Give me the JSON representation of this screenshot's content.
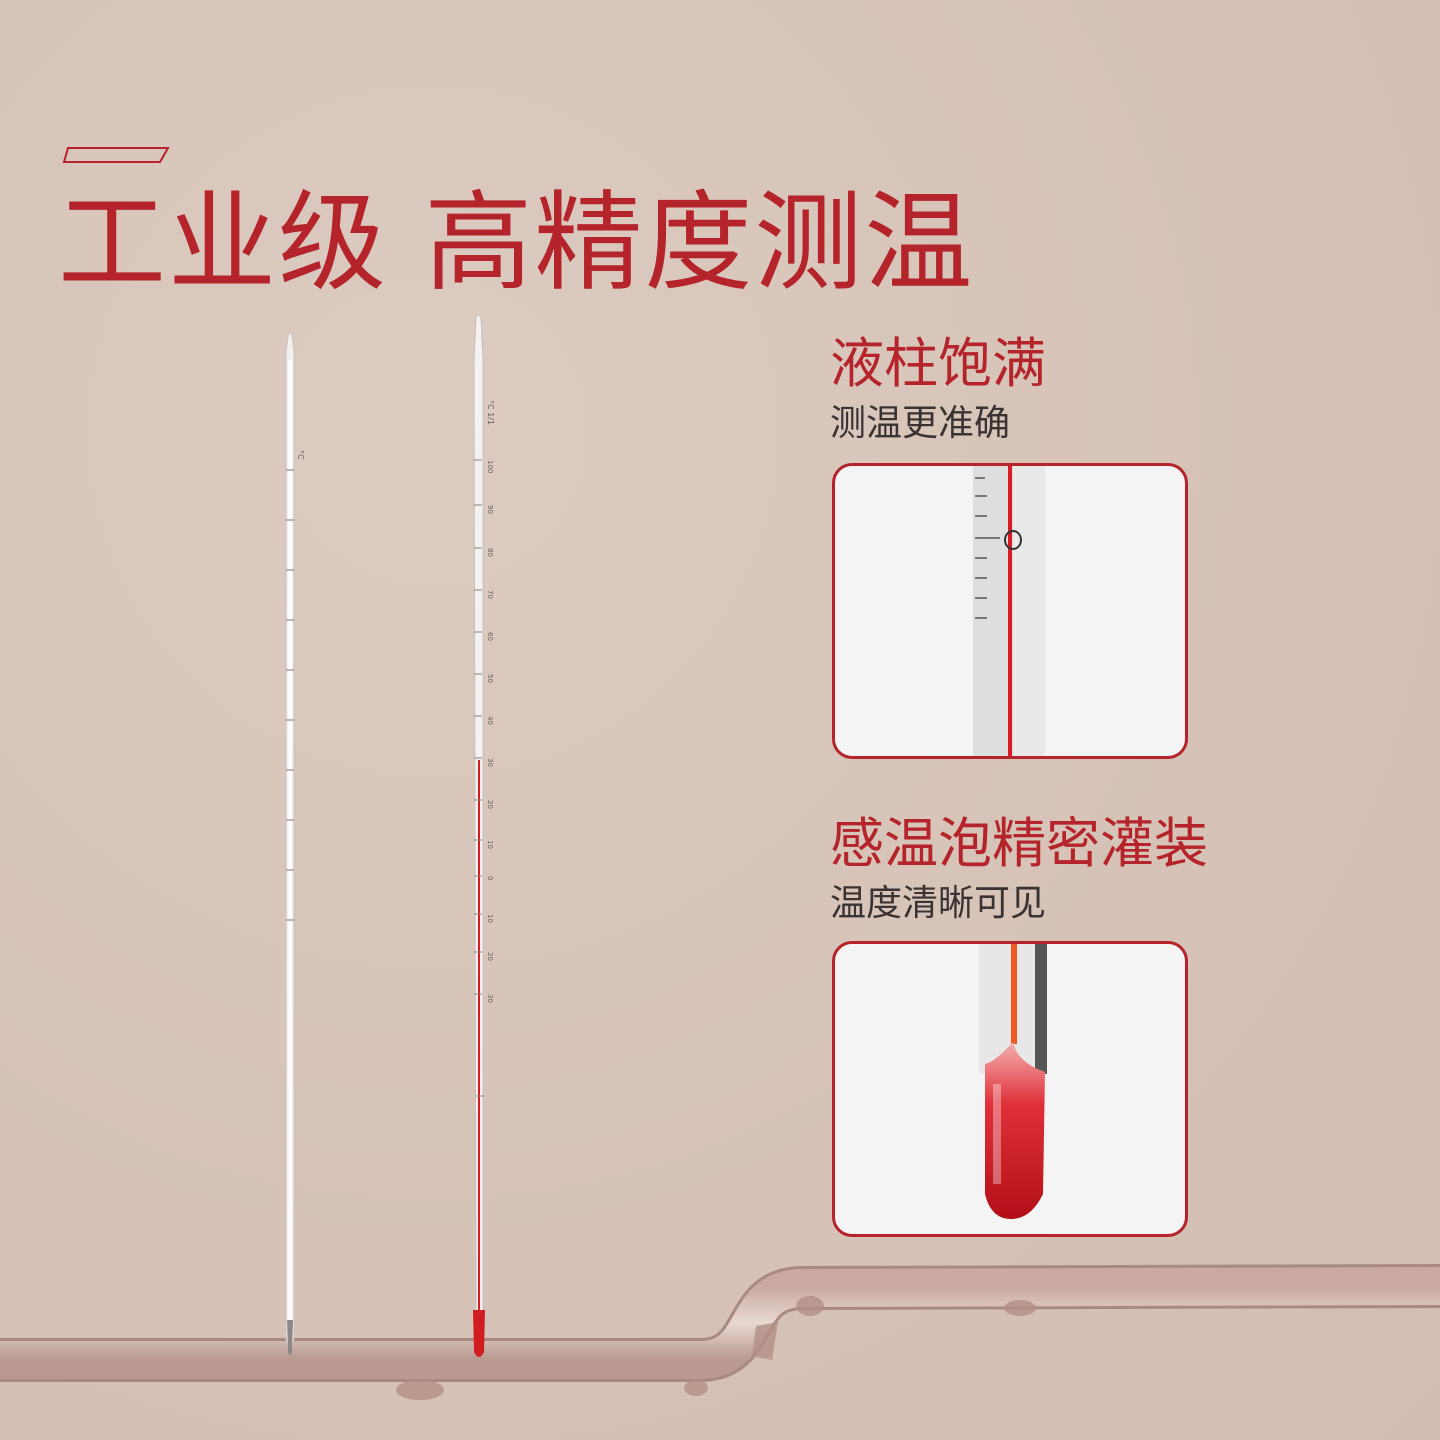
{
  "headline": "工业级 高精度测温",
  "features": [
    {
      "title": "液柱饱满",
      "subtitle": "测温更准确",
      "icon": "liquid-column-closeup"
    },
    {
      "title": "感温泡精密灌装",
      "subtitle": "温度清晰可见",
      "icon": "bulb-closeup"
    }
  ],
  "colors": {
    "accent": "#b4242a",
    "background": "#d9c6bb",
    "liquid": "#d81c22"
  },
  "thermometers": [
    {
      "name": "clear-thermometer",
      "unit": "°C"
    },
    {
      "name": "red-thermometer",
      "unit": "°C 1/1",
      "scale_labels": [
        "100",
        "90",
        "80",
        "70",
        "60",
        "50",
        "40",
        "30",
        "20",
        "10",
        "0",
        "10",
        "20",
        "30"
      ]
    }
  ]
}
